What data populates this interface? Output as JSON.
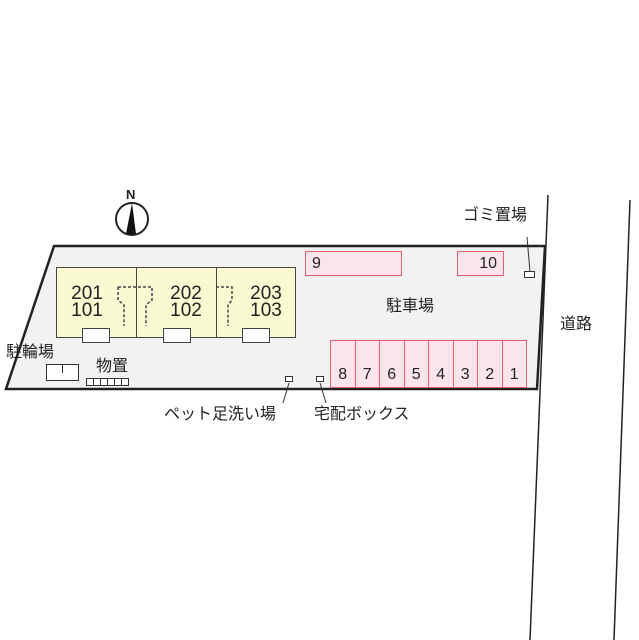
{
  "compass": {
    "letter": "N",
    "icon": "north-arrow-icon"
  },
  "units": [
    {
      "upper": "201",
      "lower": "101"
    },
    {
      "upper": "202",
      "lower": "102"
    },
    {
      "upper": "203",
      "lower": "103"
    }
  ],
  "parking": {
    "label": "駐車場",
    "top_spaces": [
      {
        "number": "9"
      },
      {
        "number": "10"
      }
    ],
    "bottom_spaces": [
      {
        "number": "8"
      },
      {
        "number": "7"
      },
      {
        "number": "6"
      },
      {
        "number": "5"
      },
      {
        "number": "4"
      },
      {
        "number": "3"
      },
      {
        "number": "2"
      },
      {
        "number": "1"
      }
    ]
  },
  "labels": {
    "bicycle_parking": "駐輪場",
    "storage": "物置",
    "garbage": "ゴミ置場",
    "road": "道路",
    "pet_wash": "ペット足洗い場",
    "delivery_box": "宅配ボックス"
  },
  "colors": {
    "unit_fill": "#fafad2",
    "parking_fill": "#fce4ec",
    "parking_border": "#e06070",
    "lot_fill": "#f2f2f2",
    "line": "#222222"
  }
}
